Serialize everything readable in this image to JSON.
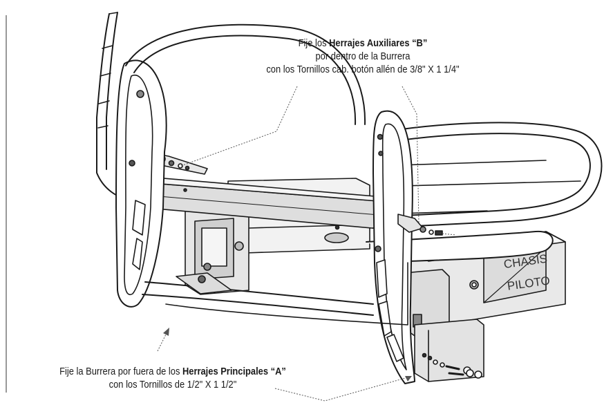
{
  "callout_b": {
    "line1_prefix": "Fije los ",
    "line1_bold": "Herrajes Auxiliares “B”",
    "line2": "por dentro de la Burrera",
    "line3": "con los Tornillos cab. botón allén de 3/8\" X 1 1/4\""
  },
  "callout_a": {
    "line1_prefix": "Fije la Burrera por fuera de los ",
    "line1_bold": "Herrajes Principales “A”",
    "line2": "con los Tornillos de 1/2\" X 1 1/2\""
  },
  "chasis_label": {
    "line1": "CHASIS",
    "line2": "PILOTO"
  },
  "colors": {
    "line": "#1a1a1a",
    "fill": "#ffffff",
    "shade": "#e6e6e6",
    "shade_dark": "#bdbdbd",
    "leader": "#555555"
  }
}
